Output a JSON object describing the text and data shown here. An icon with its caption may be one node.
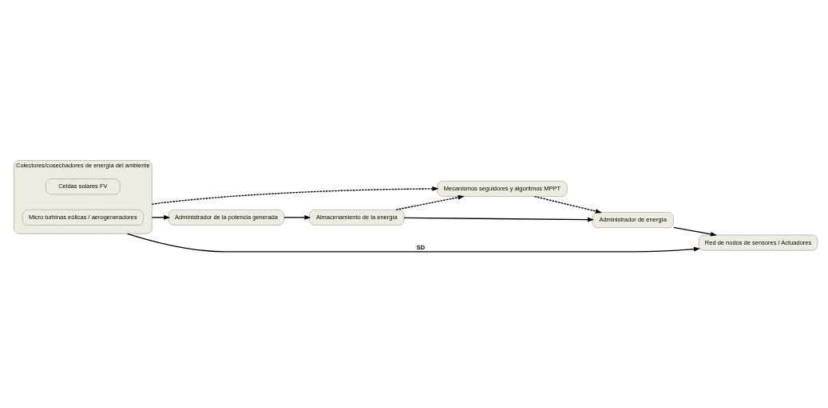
{
  "diagram": {
    "nodes": [
      {
        "text": [
          "Colectores/cosechadores de energía del ambiente"
        ]
      },
      {
        "text": [
          "Celdas solares FV"
        ],
        "in": 0
      },
      {
        "text": [
          "Micro turbinas eólicas / aerogeneradores"
        ],
        "in": 0
      },
      {
        "text": [
          "Mecanismos seguidores y algoritmos MPPT"
        ]
      },
      {
        "text": [
          "Almacenamiento de la energía"
        ]
      },
      {
        "text": [
          "Administrador de energía"
        ]
      },
      {
        "text": [
          "Administrador de la potencia generada"
        ]
      },
      {
        "text": [
          "Red de nodos de sensores / Actuadores"
        ]
      }
    ],
    "edges": [
      {
        "from": 0,
        "to": 3,
        "arrow": "to",
        "style": "dashed"
      },
      {
        "from": 3,
        "to": 5,
        "arrow": "to",
        "style": "dashed"
      },
      {
        "from": 4,
        "to": 3,
        "arrow": "to",
        "style": "dashed"
      },
      {
        "from": 4,
        "to": 5,
        "arrow": "to"
      },
      {
        "from": 6,
        "to": 4,
        "arrow": "to"
      },
      {
        "from": 5,
        "to": 7,
        "arrow": "to"
      },
      {
        "from": 0,
        "to": 6,
        "arrow": "to"
      },
      {
        "from": 0,
        "to": 7,
        "arrow": "to",
        "label": "SD"
      }
    ]
  }
}
